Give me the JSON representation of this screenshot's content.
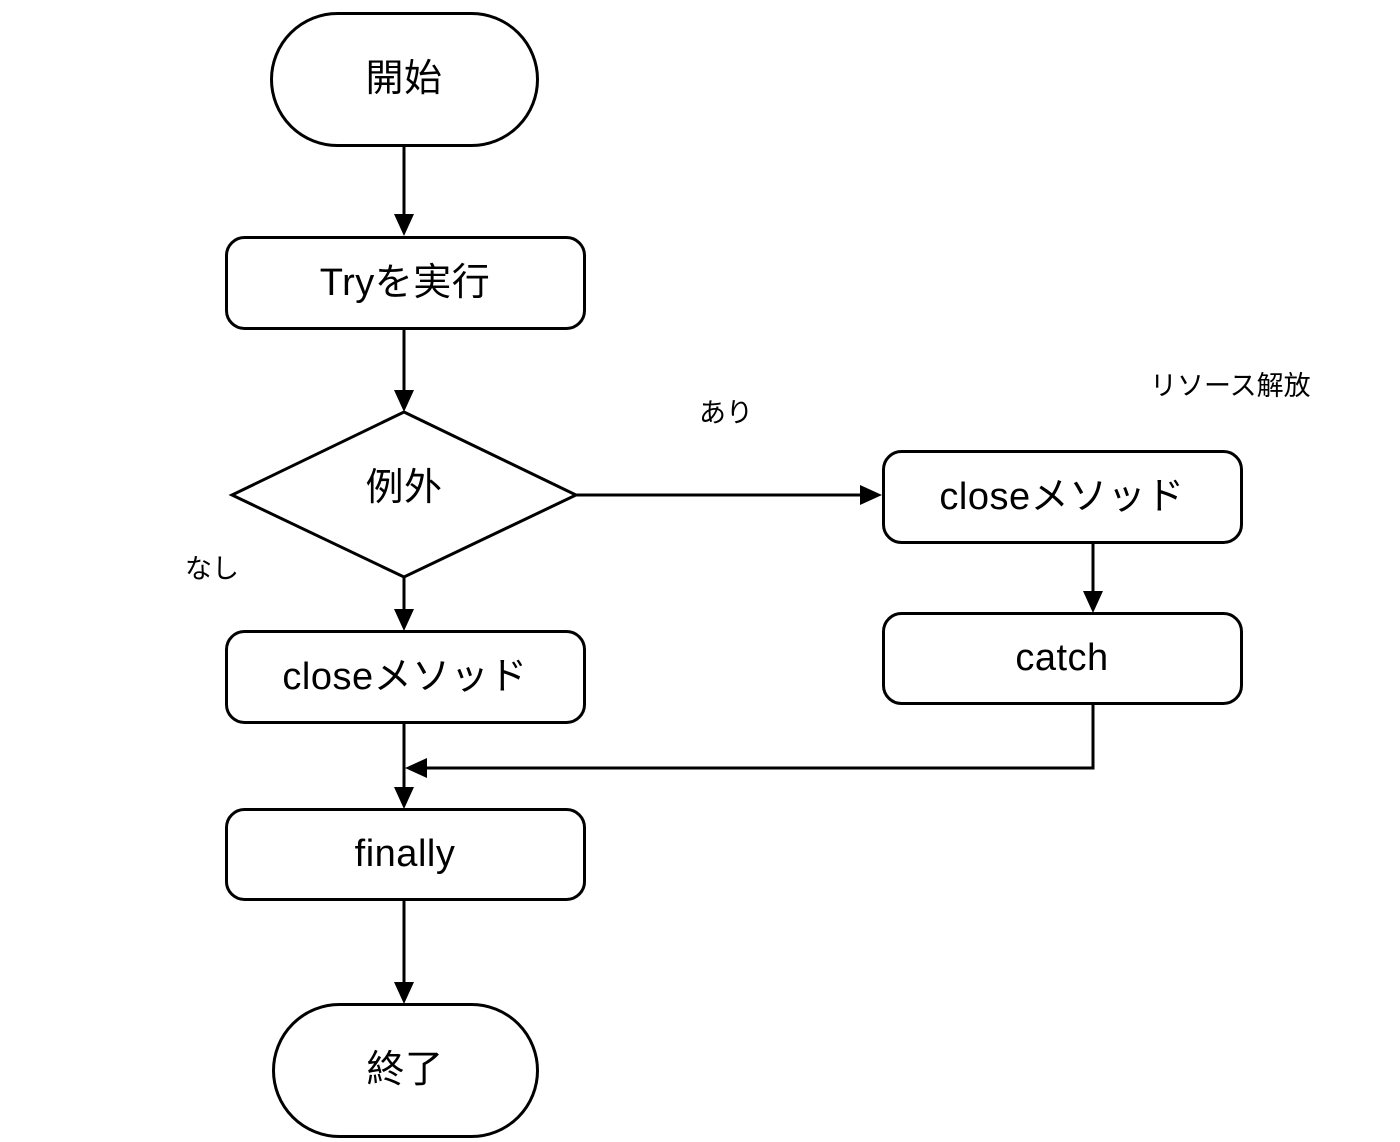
{
  "diagram": {
    "title": "try-with-resources exception handling flowchart",
    "background_color": "#ffffff",
    "stroke_color": "#000000",
    "nodes": [
      {
        "id": "start",
        "label": "開始",
        "shape": "terminator"
      },
      {
        "id": "try",
        "label": "Tryを実行",
        "shape": "process"
      },
      {
        "id": "exception",
        "label": "例外",
        "shape": "decision"
      },
      {
        "id": "close_right",
        "label": "closeメソッド",
        "shape": "process"
      },
      {
        "id": "catch",
        "label": "catch",
        "shape": "process"
      },
      {
        "id": "close_left",
        "label": "closeメソッド",
        "shape": "process"
      },
      {
        "id": "finally",
        "label": "finally",
        "shape": "process"
      },
      {
        "id": "end",
        "label": "終了",
        "shape": "terminator"
      }
    ],
    "edge_labels": [
      {
        "id": "yes",
        "label": "あり"
      },
      {
        "id": "no",
        "label": "なし"
      },
      {
        "id": "resource",
        "label": "リソース解放"
      }
    ],
    "edges": [
      {
        "from": "start",
        "to": "try",
        "label": ""
      },
      {
        "from": "try",
        "to": "exception",
        "label": ""
      },
      {
        "from": "exception",
        "to": "close_right",
        "label": "あり"
      },
      {
        "from": "exception",
        "to": "close_left",
        "label": "なし"
      },
      {
        "from": "close_right",
        "to": "catch",
        "label": ""
      },
      {
        "from": "catch",
        "to": "finally",
        "label": ""
      },
      {
        "from": "close_left",
        "to": "finally",
        "label": ""
      },
      {
        "from": "finally",
        "to": "end",
        "label": ""
      }
    ]
  }
}
